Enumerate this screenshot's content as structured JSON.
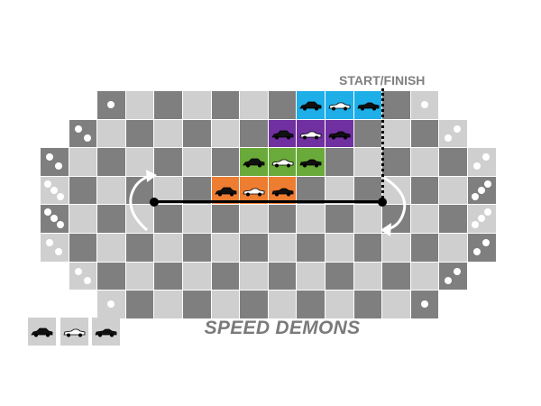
{
  "title": "SPEED DEMONS",
  "start_finish_label": "START/FINISH",
  "colors": {
    "dark": "#7f7f7f",
    "light": "#d0cfd0",
    "blue": "#1eaee8",
    "purple": "#7030a0",
    "green": "#6aaa3a",
    "orange": "#ed7d31"
  },
  "board_rows": [
    [
      2,
      13
    ],
    [
      1,
      14
    ],
    [
      0,
      15
    ],
    [
      0,
      15
    ],
    [
      0,
      15
    ],
    [
      0,
      15
    ],
    [
      1,
      14
    ],
    [
      2,
      13
    ]
  ],
  "dice": [
    {
      "row": 0,
      "col": 2,
      "pips": 1
    },
    {
      "row": 1,
      "col": 1,
      "pips": 2
    },
    {
      "row": 2,
      "col": 0,
      "pips": 2
    },
    {
      "row": 3,
      "col": 0,
      "pips": 3
    },
    {
      "row": 4,
      "col": 0,
      "pips": 3
    },
    {
      "row": 5,
      "col": 0,
      "pips": 2
    },
    {
      "row": 6,
      "col": 1,
      "pips": 2
    },
    {
      "row": 7,
      "col": 2,
      "pips": 1
    },
    {
      "row": 0,
      "col": 13,
      "pips": 1
    },
    {
      "row": 1,
      "col": 14,
      "pips": 2
    },
    {
      "row": 2,
      "col": 15,
      "pips": 2
    },
    {
      "row": 3,
      "col": 15,
      "pips": 3
    },
    {
      "row": 4,
      "col": 15,
      "pips": 3
    },
    {
      "row": 5,
      "col": 15,
      "pips": 2
    },
    {
      "row": 6,
      "col": 14,
      "pips": 2
    },
    {
      "row": 7,
      "col": 13,
      "pips": 1
    }
  ],
  "teams": [
    {
      "name": "blue",
      "row": 0,
      "col": 9,
      "cars": [
        "sedan-car-icon",
        "sports-car-white-icon",
        "sports-car-dark-icon"
      ]
    },
    {
      "name": "purple",
      "row": 1,
      "col": 8,
      "cars": [
        "sedan-car-icon",
        "sports-car-white-icon",
        "sports-car-dark-icon"
      ]
    },
    {
      "name": "green",
      "row": 2,
      "col": 7,
      "cars": [
        "sedan-car-icon",
        "sports-car-white-icon",
        "sports-car-dark-icon"
      ]
    },
    {
      "name": "orange",
      "row": 3,
      "col": 6,
      "cars": [
        "sedan-car-icon",
        "sports-car-white-icon",
        "sports-car-dark-icon"
      ]
    }
  ],
  "legend": [
    "sedan-car-icon",
    "sports-car-white-icon",
    "sports-car-dark-icon"
  ]
}
